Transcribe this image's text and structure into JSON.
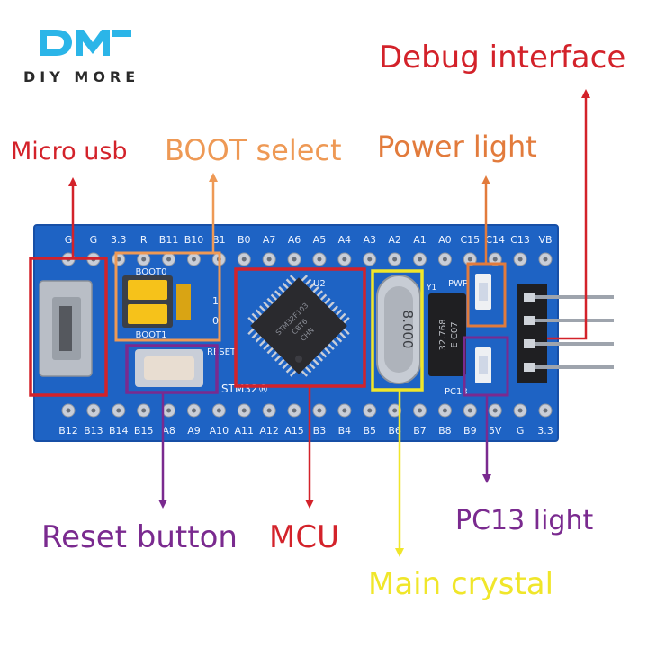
{
  "logo": {
    "tagline": "DIY MORE",
    "colors": {
      "primary": "#2bb5e8",
      "text": "#2a2a2a"
    }
  },
  "labels": {
    "debug_interface": "Debug interface",
    "micro_usb": "Micro usb",
    "boot_select": "BOOT select",
    "power_light": "Power light",
    "reset_button": "Reset button",
    "mcu": "MCU",
    "pc13_light": "PC13 light",
    "main_crystal": "Main crystal"
  },
  "board": {
    "top_pins": [
      "G",
      "G",
      "3.3",
      "R",
      "B11",
      "B10",
      "B1",
      "B0",
      "A7",
      "A6",
      "A5",
      "A4",
      "A3",
      "A2",
      "A1",
      "A0",
      "C15",
      "C14",
      "C13",
      "VB"
    ],
    "bottom_pins": [
      "B12",
      "B13",
      "B14",
      "B15",
      "A8",
      "A9",
      "A10",
      "A11",
      "A12",
      "A15",
      "B3",
      "B4",
      "B5",
      "B6",
      "B7",
      "B8",
      "B9",
      "5V",
      "G",
      "3.3"
    ],
    "silkscreen": {
      "boot0": "BOOT0",
      "boot1": "BOOT1",
      "reset": "RESET",
      "stm32": "STM32®",
      "pwr": "PWR",
      "pc13": "PC13",
      "crystal": "8.000",
      "rtc_crystal_top": "32.768",
      "rtc_crystal_bottom": "E C07",
      "mcu_text_1": "STM32F103",
      "mcu_text_2": "C8T6",
      "mcu_text_3": "CHN",
      "u2": "U2",
      "y1": "Y1",
      "jumper_one": "1",
      "jumper_zero": "0"
    },
    "colors": {
      "pcb": "#1e63c4",
      "pcb_edge": "#174fa6",
      "pad": "#c9ced8",
      "jumper": "#f6c21a",
      "button": "#e8ddd1",
      "usb": "#b9bec6",
      "mcu": "#2a2a2e",
      "silk": "#eef4ff"
    }
  },
  "colors": {
    "red": "#d3222a",
    "orange": "#ee9955",
    "orange_dark": "#e27b3c",
    "purple": "#7a2a8f",
    "yellow": "#f0e62a"
  }
}
